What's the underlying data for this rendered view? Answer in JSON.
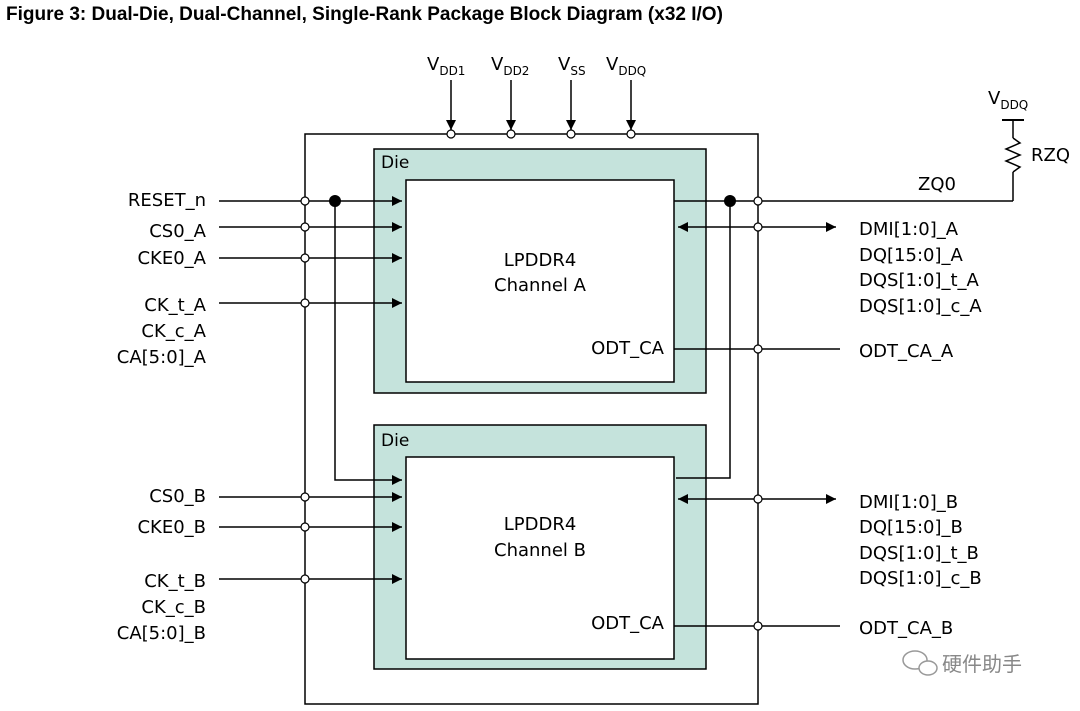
{
  "title": "Figure 3: Dual-Die, Dual-Channel, Single-Rank Package Block Diagram (x32 I/O)",
  "supply_pins": [
    {
      "main": "V",
      "sub": "DD1"
    },
    {
      "main": "V",
      "sub": "DD2"
    },
    {
      "main": "V",
      "sub": "SS"
    },
    {
      "main": "V",
      "sub": "DDQ"
    }
  ],
  "zq": {
    "supply_main": "V",
    "supply_sub": "DDQ",
    "resistor": "RZQ",
    "net": "ZQ0"
  },
  "dies": [
    {
      "tag": "Die",
      "chip_line1": "LPDDR4",
      "chip_line2": "Channel A",
      "odt_inner": "ODT_CA",
      "left_signals": [
        "RESET_n",
        "CS0_A",
        "CKE0_A",
        "CK_t_A",
        "CK_c_A",
        "CA[5:0]_A"
      ],
      "right_dq": [
        "DMI[1:0]_A",
        "DQ[15:0]_A",
        "DQS[1:0]_t_A",
        "DQS[1:0]_c_A"
      ],
      "right_odt": "ODT_CA_A"
    },
    {
      "tag": "Die",
      "chip_line1": "LPDDR4",
      "chip_line2": "Channel B",
      "odt_inner": "ODT_CA",
      "left_signals": [
        "CS0_B",
        "CKE0_B",
        "CK_t_B",
        "CK_c_B",
        "CA[5:0]_B"
      ],
      "right_dq": [
        "DMI[1:0]_B",
        "DQ[15:0]_B",
        "DQS[1:0]_t_B",
        "DQS[1:0]_c_B"
      ],
      "right_odt": "ODT_CA_B"
    }
  ],
  "watermark": "硬件助手",
  "colors": {
    "die_fill": "#c5e3dc",
    "line": "#000000",
    "background": "#ffffff"
  }
}
